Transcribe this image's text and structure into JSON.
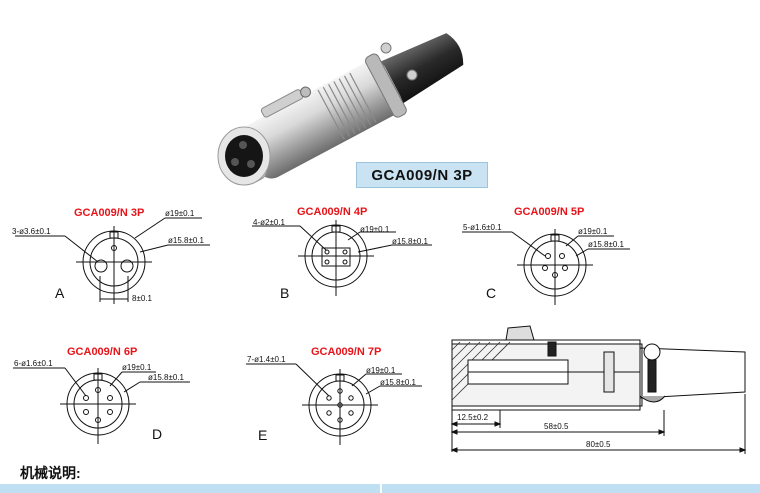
{
  "product": {
    "model_label": "GCA009/N 3P"
  },
  "drawings": [
    {
      "id": "A",
      "title": "GCA009/N 3P",
      "dims": [
        "3-ø3.6±0.1",
        "ø19±0.1",
        "ø15.8±0.1",
        "8±0.1"
      ]
    },
    {
      "id": "B",
      "title": "GCA009/N 4P",
      "dims": [
        "4-ø2±0.1",
        "ø19±0.1",
        "ø15.8±0.1"
      ]
    },
    {
      "id": "C",
      "title": "GCA009/N 5P",
      "dims": [
        "5-ø1.6±0.1",
        "ø19±0.1",
        "ø15.8±0.1"
      ]
    },
    {
      "id": "D",
      "title": "GCA009/N 6P",
      "dims": [
        "6-ø1.6±0.1",
        "ø19±0.1",
        "ø15.8±0.1"
      ]
    },
    {
      "id": "E",
      "title": "GCA009/N 7P",
      "dims": [
        "7-ø1.4±0.1",
        "ø19±0.1",
        "ø15.8±0.1"
      ]
    }
  ],
  "side_view": {
    "dims": [
      "12.5±0.2",
      "58±0.5",
      "80±0.5"
    ]
  },
  "section": {
    "title": "机械说明:"
  },
  "colors": {
    "title_red": "#e8141a",
    "label_bg": "#c9e3f2",
    "band": "#bfe0f3"
  }
}
